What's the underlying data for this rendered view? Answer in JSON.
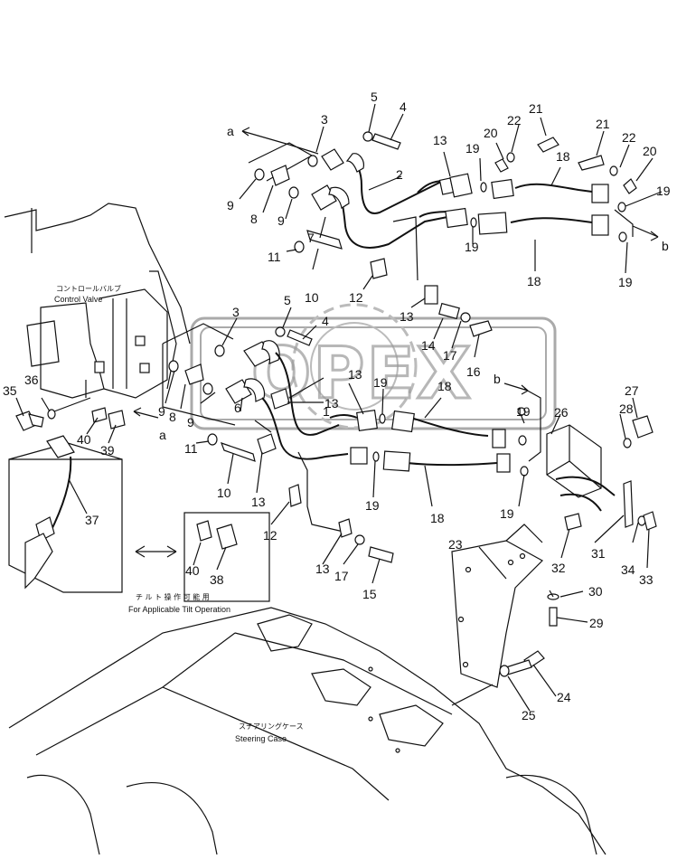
{
  "watermark": "OPEX",
  "labels": {
    "control_valve_jp": "コントロールバルブ",
    "control_valve_en": "Control Valve",
    "tilt_jp": "チ ル ト 操 作 可 能 用",
    "tilt_en": "For Applicable Tilt Operation",
    "steering_jp": "ステアリングケース",
    "steering_en": "Steering Case"
  },
  "references": [
    "a",
    "a",
    "b",
    "b"
  ],
  "callouts": [
    "1",
    "2",
    "3",
    "3",
    "4",
    "4",
    "5",
    "5",
    "6",
    "7",
    "8",
    "8",
    "9",
    "9",
    "9",
    "9",
    "10",
    "10",
    "11",
    "11",
    "12",
    "12",
    "13",
    "13",
    "13",
    "13",
    "13",
    "13",
    "14",
    "15",
    "16",
    "17",
    "17",
    "18",
    "18",
    "18",
    "18",
    "19",
    "19",
    "19",
    "19",
    "19",
    "19",
    "19",
    "19",
    "20",
    "20",
    "21",
    "21",
    "22",
    "22",
    "23",
    "24",
    "25",
    "26",
    "27",
    "28",
    "29",
    "30",
    "31",
    "32",
    "33",
    "34",
    "35",
    "36",
    "37",
    "38",
    "39",
    "40",
    "40"
  ]
}
